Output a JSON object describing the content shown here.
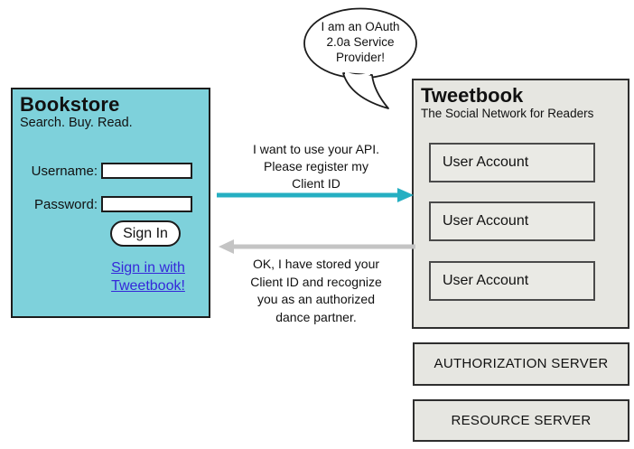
{
  "bookstore": {
    "title": "Bookstore",
    "tagline": "Search. Buy. Read.",
    "username_label": "Username:",
    "password_label": "Password:",
    "username_value": "",
    "password_value": "",
    "sign_in_button": "Sign In",
    "oauth_link_lines": [
      "Sign in with",
      "Tweetbook!"
    ]
  },
  "speech_bubble": {
    "lines": [
      "I am an OAuth",
      "2.0a Service",
      "Provider!"
    ]
  },
  "tweetbook": {
    "title": "Tweetbook",
    "tagline": "The Social Network for Readers",
    "user_accounts": [
      "User Account",
      "User Account",
      "User Account"
    ]
  },
  "servers": [
    {
      "label": "AUTHORIZATION SERVER"
    },
    {
      "label": "RESOURCE SERVER"
    }
  ],
  "arrows": {
    "request": {
      "lines": [
        "I want to use your API.",
        "Please register my",
        "Client ID"
      ],
      "color": "#25afc2"
    },
    "response": {
      "lines": [
        "OK, I have stored your",
        "Client ID and recognize",
        "you as an authorized",
        "dance partner."
      ],
      "color": "#c4c4c4"
    }
  },
  "colors": {
    "bookstore_bg": "#7ed1db",
    "panel_bg": "#e6e6e1",
    "link_blue": "#3528d9"
  }
}
